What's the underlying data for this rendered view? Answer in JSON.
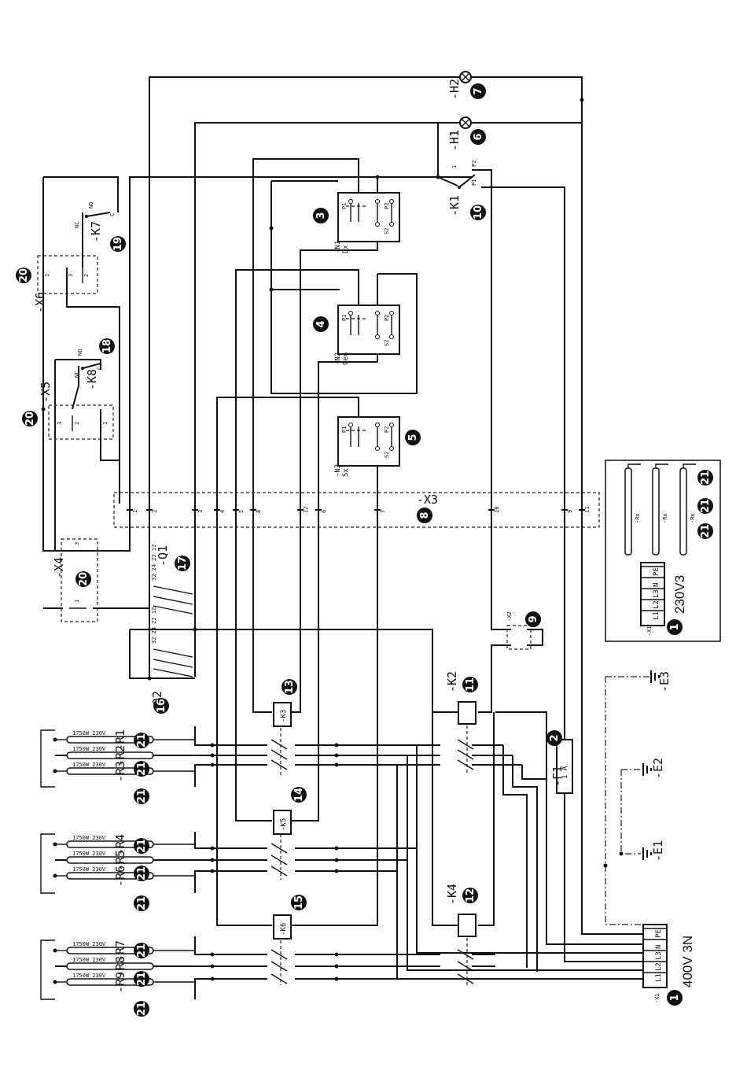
{
  "labels": {
    "x3": "-X3",
    "x4": "-X4",
    "x5": "-X5",
    "x6": "-X6",
    "n1": "-N1",
    "n1sub": "Dx",
    "n2": "-N2",
    "n2sub": "Cen",
    "n3": "-N3",
    "n3sub": "Sx",
    "h1": "-H1",
    "h2": "-H2",
    "k1": "-K1",
    "k2": "-K2",
    "k3": "-K3",
    "k4": "-K4",
    "k5": "-K5",
    "k6": "-K6",
    "k7": "-K7",
    "k8": "-K8",
    "q1": "-Q1",
    "q2": "-Q2",
    "f1": "-F1",
    "f1val": "1 A",
    "e1": "-E1",
    "e2": "-E2",
    "e3": "-E3",
    "x1": "-X1",
    "x1b": "-X1",
    "x2": "-X2",
    "supply": "400V 3N",
    "supply2": "230V3",
    "rx": "-Rx",
    "heater_rating": "1750W 230V",
    "r1": "-R1",
    "r2": "-R2",
    "r3": "-R3",
    "r4": "-R4",
    "r5": "-R5",
    "r6": "-R6",
    "r7": "-R7",
    "r8": "-R8",
    "r9": "-R9",
    "p1": "P1",
    "p2": "P2",
    "s1": "S1",
    "s2": "S2",
    "no": "NO",
    "nc": "NC",
    "c": "C"
  },
  "x3_terminals": [
    "1",
    "2",
    "3",
    "4",
    "5",
    "8",
    "12",
    "6",
    "7",
    "10",
    "9",
    "11"
  ],
  "terminal_block_main": [
    "PE",
    "N",
    "L3",
    "L2",
    "L1"
  ],
  "terminal_block_alt": [
    "PE",
    "N",
    "L3",
    "L2",
    "L1"
  ],
  "badges": [
    "1",
    "2",
    "3",
    "4",
    "5",
    "6",
    "7",
    "8",
    "9",
    "10",
    "11",
    "12",
    "13",
    "14",
    "15",
    "16",
    "17",
    "18",
    "19",
    "20",
    "21"
  ]
}
